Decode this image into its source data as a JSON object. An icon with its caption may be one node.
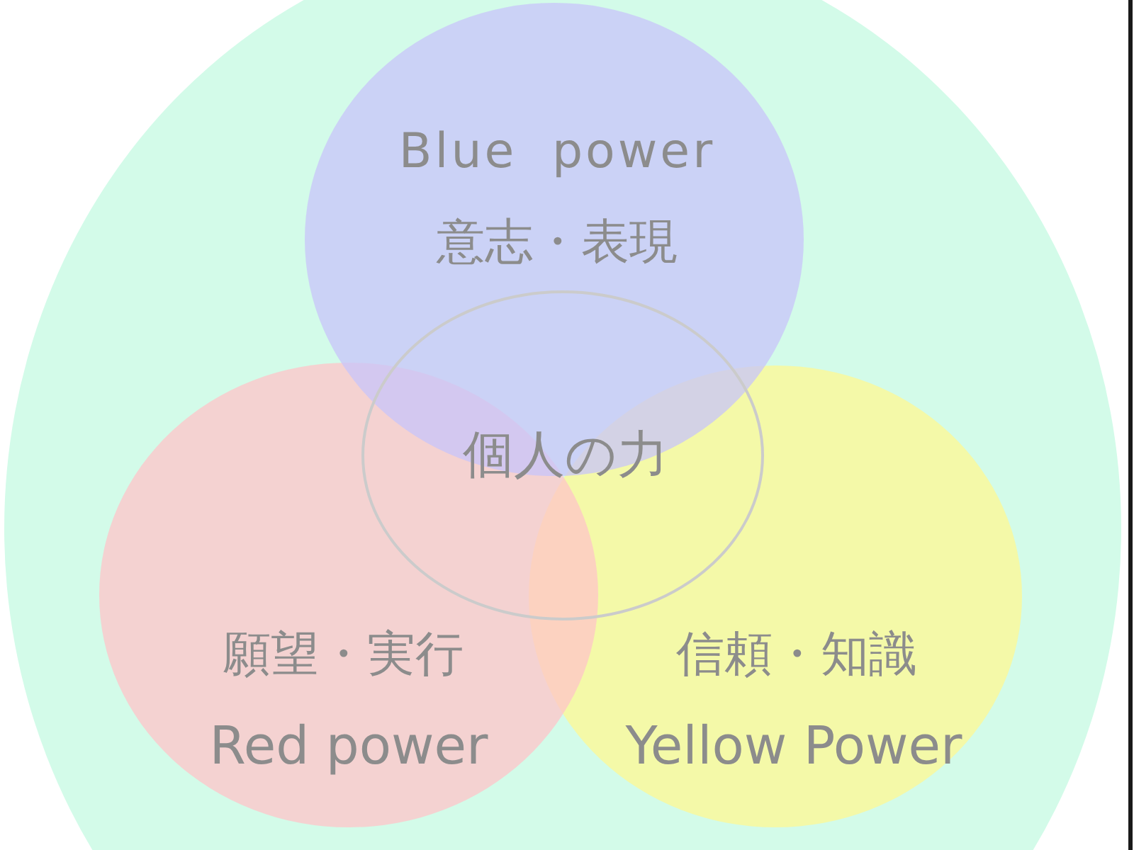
{
  "diagram": {
    "nodes": [
      {
        "text": [],
        "shape": "circle"
      },
      {
        "text": [
          "Blue power",
          "意志・表現"
        ],
        "in": 0
      },
      {
        "text": [
          "個人の力"
        ],
        "in": 0
      },
      {
        "text": [
          "願望・実行",
          "Red power"
        ],
        "in": 0
      },
      {
        "text": [
          "信頼・知識",
          "Yellow Power"
        ],
        "in": 0
      }
    ]
  }
}
